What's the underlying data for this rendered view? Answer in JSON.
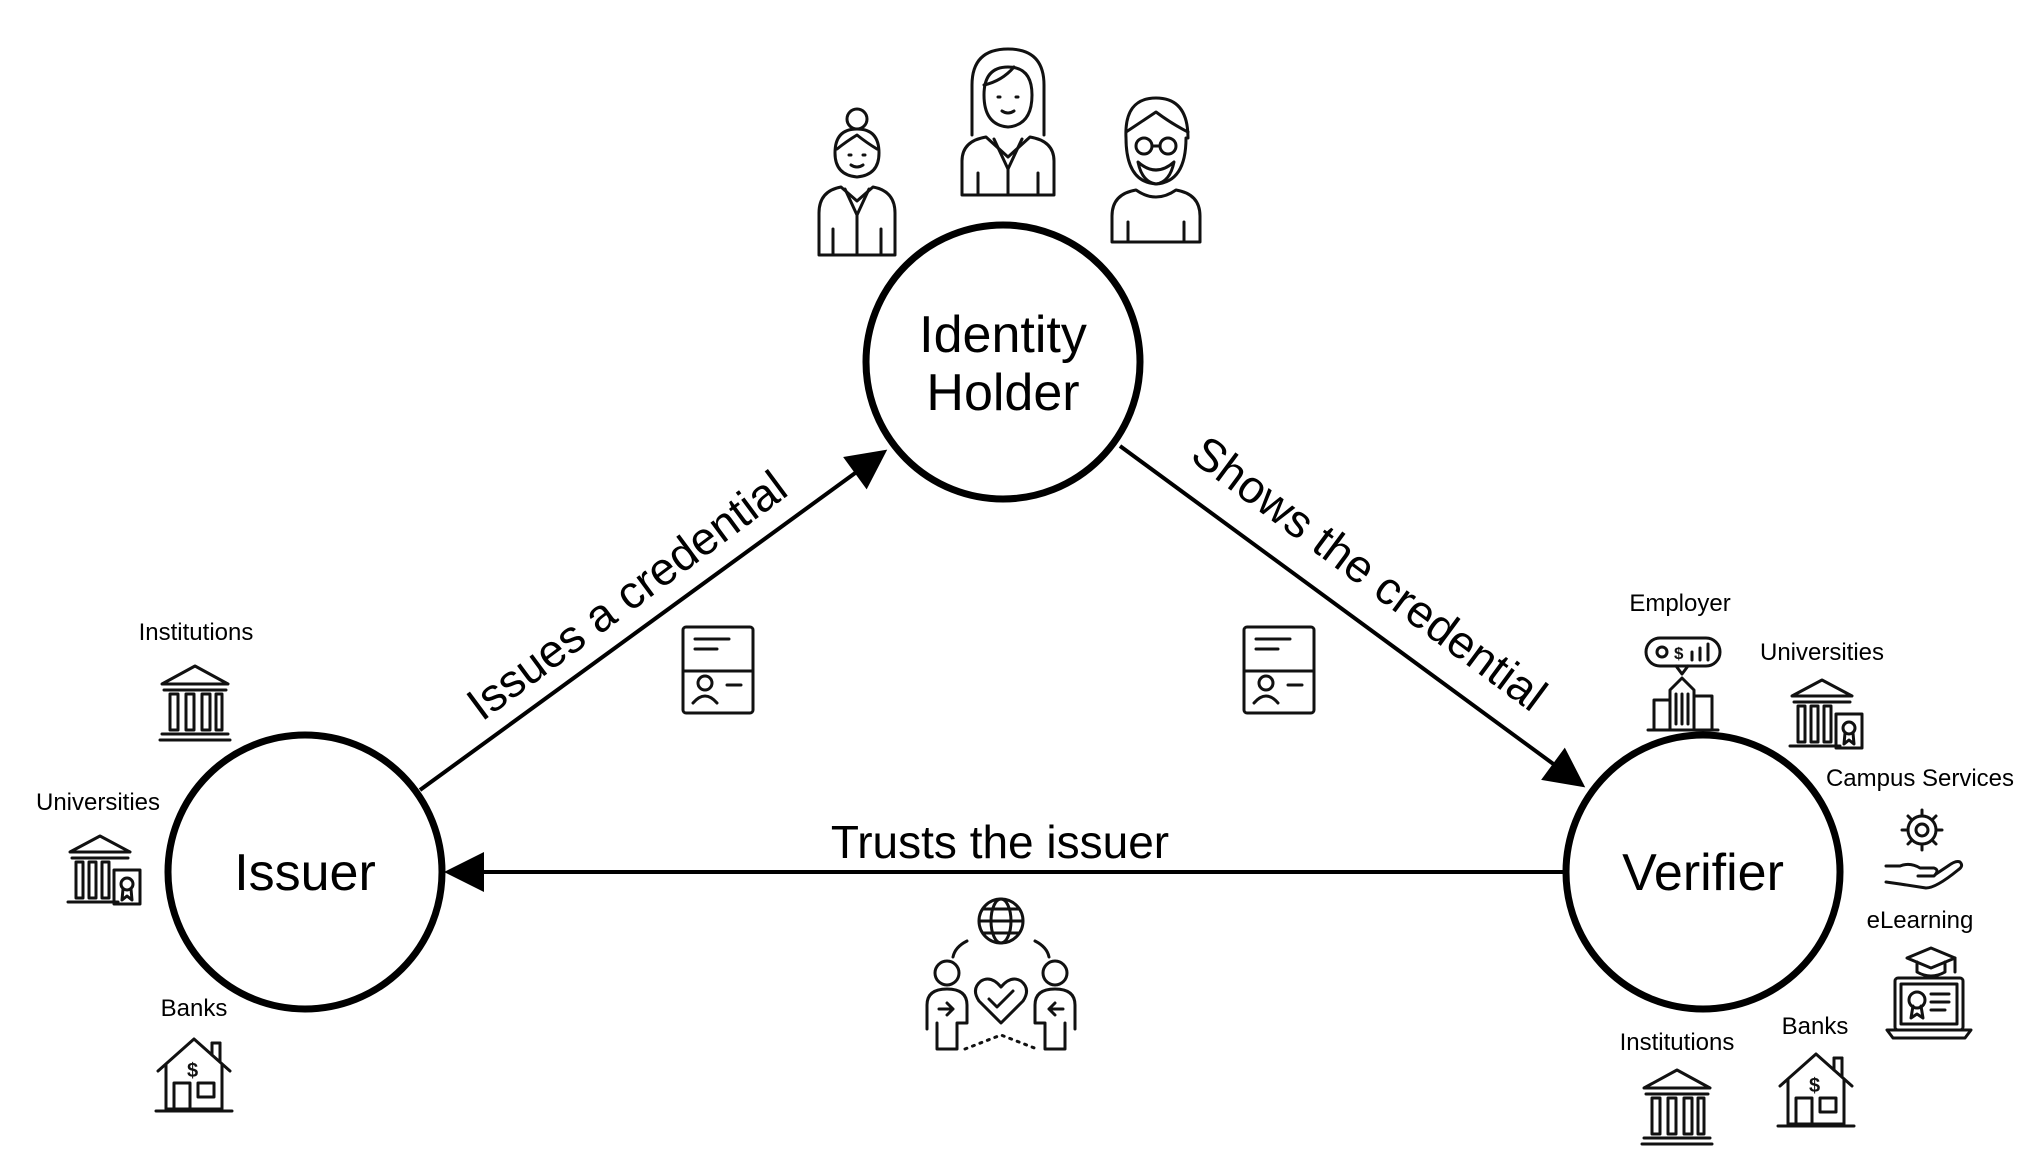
{
  "nodes": {
    "holder": {
      "line1": "Identity",
      "line2": "Holder"
    },
    "issuer": {
      "label": "Issuer"
    },
    "verifier": {
      "label": "Verifier"
    }
  },
  "edges": {
    "issues": "Issues a credential",
    "shows": "Shows the credential",
    "trusts": "Trusts the issuer"
  },
  "issuer_side": {
    "institutions": "Institutions",
    "universities": "Universities",
    "banks": "Banks"
  },
  "verifier_side": {
    "employer": "Employer",
    "universities": "Universities",
    "campus_services": "Campus Services",
    "elearning": "eLearning",
    "banks": "Banks",
    "institutions": "Institutions"
  },
  "colors": {
    "stroke": "#000000",
    "background": "#ffffff"
  }
}
